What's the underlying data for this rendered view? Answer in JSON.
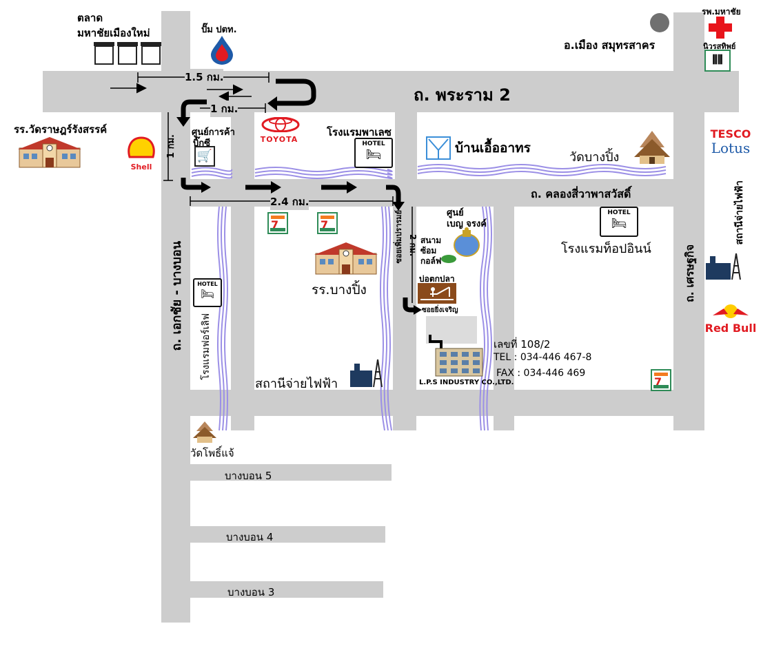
{
  "roads": {
    "rama2": "ถ. พระราม 2",
    "khlong": "ถ. คลองสี่วาพาสวัสดิ์",
    "ekachai": "ถ. เอกชัย - บางบอน",
    "setthakit": "ถ. เศรษฐกิจ",
    "soi_yingcharoen": "ซอยยิ่งเจริญ",
    "soi_wat": "ซอยเพิ่มปรารมย์",
    "bangbon5": "บางบอน 5",
    "bangbon4": "บางบอน 4",
    "bangbon3": "บางบอน 3"
  },
  "distances": {
    "d1": "1.5 กม.",
    "d2": "1 กม.",
    "d3": "1 กม.",
    "d4": "2.4 กม.",
    "d5": "2 กม."
  },
  "places": {
    "market_line1": "ตลาด",
    "market_line2": "มหาชัยเมืองใหม่",
    "ptt": "ปั๊ม ปตท.",
    "district": "อ.เมือง สมุทรสาคร",
    "hospital": "รพ.มหาชัย",
    "restaurant": "นิวรสทิพย์",
    "school_left": "รร.วัดราษฎร์รังสรรค์",
    "shopping_line1": "ศูนย์การค้า",
    "shopping_line2": "บิ๊กซี",
    "hotel_top": "โรงแรมพาเลซ",
    "baan": "บ้านเอื้ออาทร",
    "wat_bangping": "วัดบางปิ้ง",
    "tesco1": "TESCO",
    "tesco2": "Lotus",
    "power_right": "สถานีจ่ายไฟฟ้า",
    "school_bangping": "รร.บางปิ้ง",
    "center_line1": "ศูนย์",
    "center_line2": "เบญ จรงค์",
    "golf_line1": "สนาม",
    "golf_line2": "ซ้อม",
    "golf_line3": "กอล์ฟ",
    "fishing": "บ่อตกปลา",
    "hotel_topin": "โรงแรมท็อปอินน์",
    "hotel_left": "โรงแรมฟอร์เลิฟ",
    "power_center": "สถานีจ่ายไฟฟ้า",
    "redbull": "Red Bull",
    "wat_phochae": "วัดโพธิ์แจ้",
    "toyota": "TOYOTA",
    "shell": "Shell",
    "hotel_sign": "HOTEL",
    "seven_sign": "7"
  },
  "company": {
    "address": "เลขที่ 108/2",
    "tel": "TEL :  034-446 467-8",
    "fax": "FAX : 034-446 469",
    "name": "L.P.S  INDUSTRY   CO.,LTD."
  },
  "colors": {
    "road": "#cdcdcd",
    "canal": "#9b8fe6",
    "arrow": "#000000",
    "hospital": "#e8141b",
    "shell": "#ffd100"
  }
}
